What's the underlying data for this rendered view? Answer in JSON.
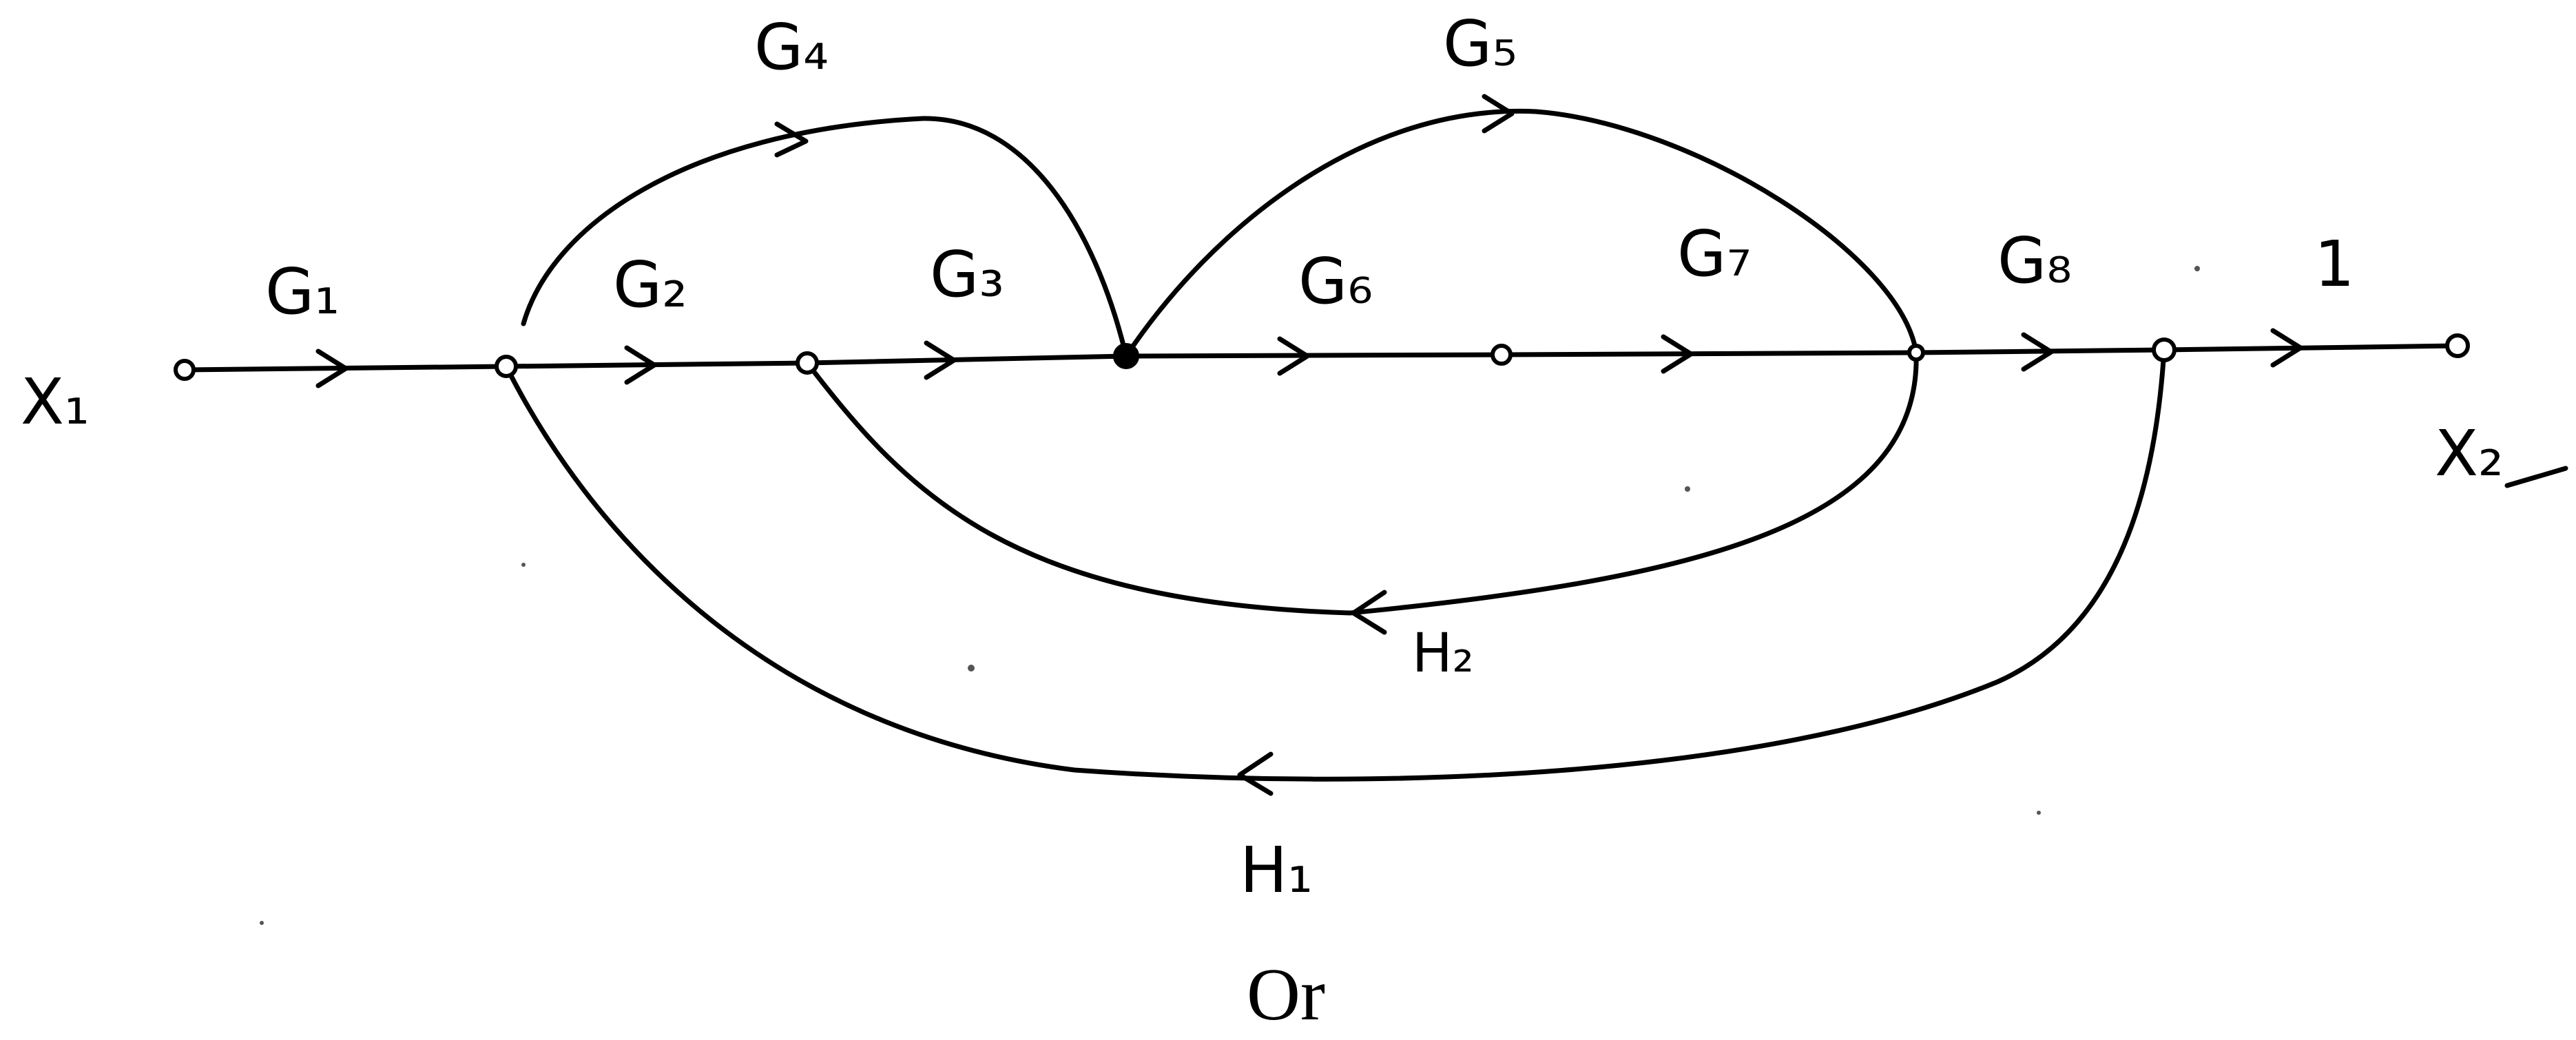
{
  "diagram": {
    "source_label": "X₁",
    "sink_label": "X₂",
    "branches": {
      "g1": "G₁",
      "g2": "G₂",
      "g3": "G₃",
      "g4": "G₄",
      "g5": "G₅",
      "g6": "G₆",
      "g7": "G₇",
      "g8": "G₈",
      "unity": "1",
      "h1": "H₁",
      "h2": "H₂"
    }
  },
  "caption": "Or",
  "colors": {
    "ink": "#000000",
    "background": "#ffffff"
  }
}
